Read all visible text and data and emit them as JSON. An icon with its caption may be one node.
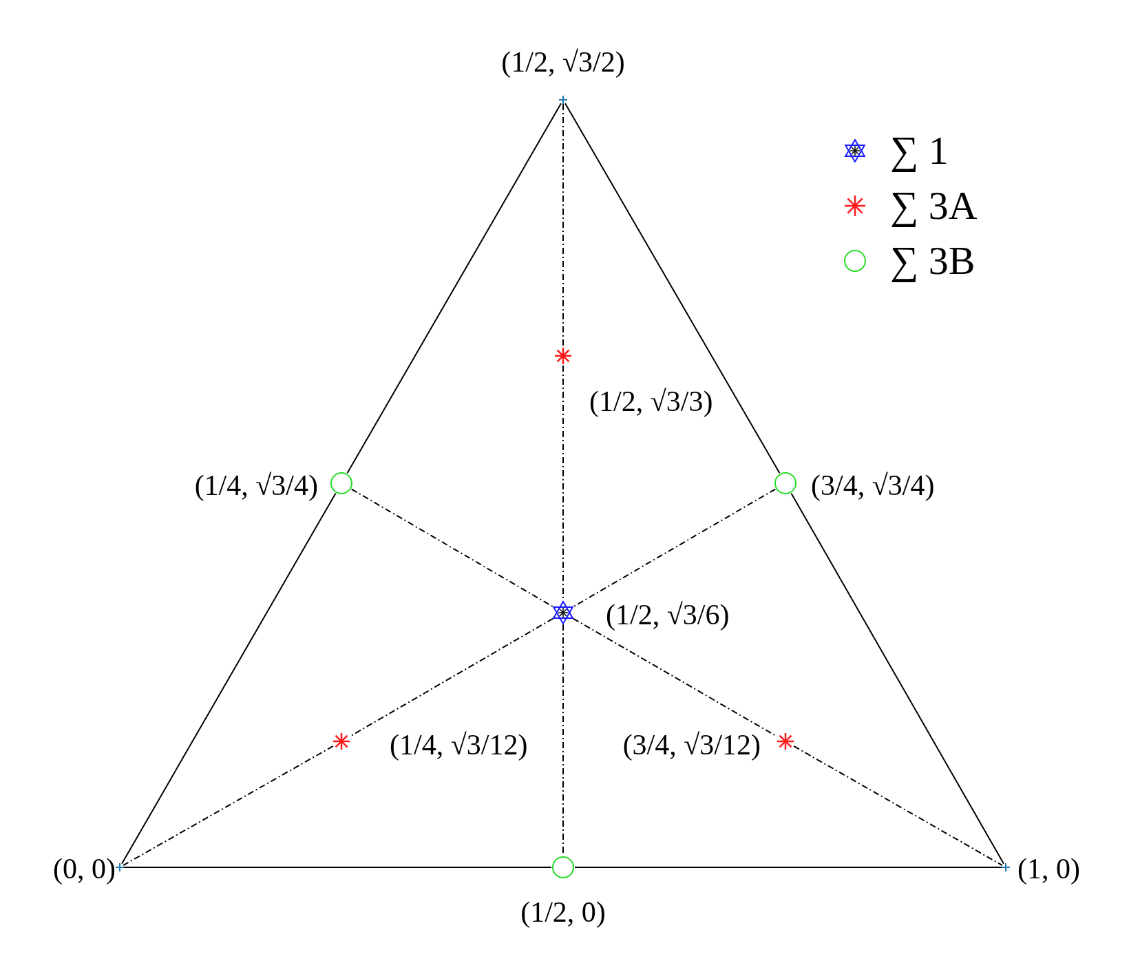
{
  "diagram": {
    "nodes": [
      {
        "text": [],
        "shape": "cross",
        "beside": [
          "(1/2, √3/2)"
        ]
      },
      {
        "text": [],
        "shape": "circle",
        "beside": [
          "(1/4, √3/4)"
        ]
      },
      {
        "text": [],
        "shape": "circle",
        "beside": [
          "(3/4, √3/4)"
        ]
      },
      {
        "text": [],
        "shape": "star",
        "beside": [
          "(1/2, √3/6)"
        ]
      },
      {
        "text": [],
        "shape": "cross",
        "beside": [
          "(0, 0)"
        ]
      },
      {
        "text": [],
        "shape": "circle",
        "beside": [
          "(1/2, 0)"
        ]
      },
      {
        "text": [],
        "shape": "cross",
        "beside": [
          "(1, 0)"
        ]
      },
      {
        "text": [],
        "shape": "asterisk",
        "beside": [
          "(1/2, √3/3)"
        ]
      },
      {
        "text": [],
        "shape": "asterisk",
        "beside": [
          "(1/4, √3/12)"
        ]
      },
      {
        "text": [],
        "shape": "asterisk",
        "beside": [
          "(3/4, √3/12)"
        ]
      }
    ],
    "edges": [
      {
        "from": 0,
        "to": 1,
        "arrow": "none"
      },
      {
        "from": 1,
        "to": 4,
        "arrow": "none"
      },
      {
        "from": 4,
        "to": 5,
        "arrow": "none"
      },
      {
        "from": 5,
        "to": 6,
        "arrow": "none"
      },
      {
        "from": 6,
        "to": 2,
        "arrow": "none"
      },
      {
        "from": 2,
        "to": 0,
        "arrow": "none"
      },
      {
        "from": 0,
        "to": 7,
        "arrow": "none",
        "style": "dashed"
      },
      {
        "from": 7,
        "to": 3,
        "arrow": "none",
        "style": "dashed"
      },
      {
        "from": 3,
        "to": 5,
        "arrow": "none",
        "style": "dashed"
      },
      {
        "from": 1,
        "to": 3,
        "arrow": "none",
        "style": "dashed"
      },
      {
        "from": 3,
        "to": 9,
        "arrow": "none",
        "style": "dashed"
      },
      {
        "from": 9,
        "to": 6,
        "arrow": "none",
        "style": "dashed"
      },
      {
        "from": 2,
        "to": 3,
        "arrow": "none",
        "style": "dashed"
      },
      {
        "from": 3,
        "to": 8,
        "arrow": "none",
        "style": "dashed"
      },
      {
        "from": 8,
        "to": 4,
        "arrow": "none",
        "style": "dashed"
      }
    ],
    "legend": [
      {
        "text": "∑ 1"
      },
      {
        "text": "∑ 3A"
      },
      {
        "text": "∑ 3B"
      }
    ]
  }
}
